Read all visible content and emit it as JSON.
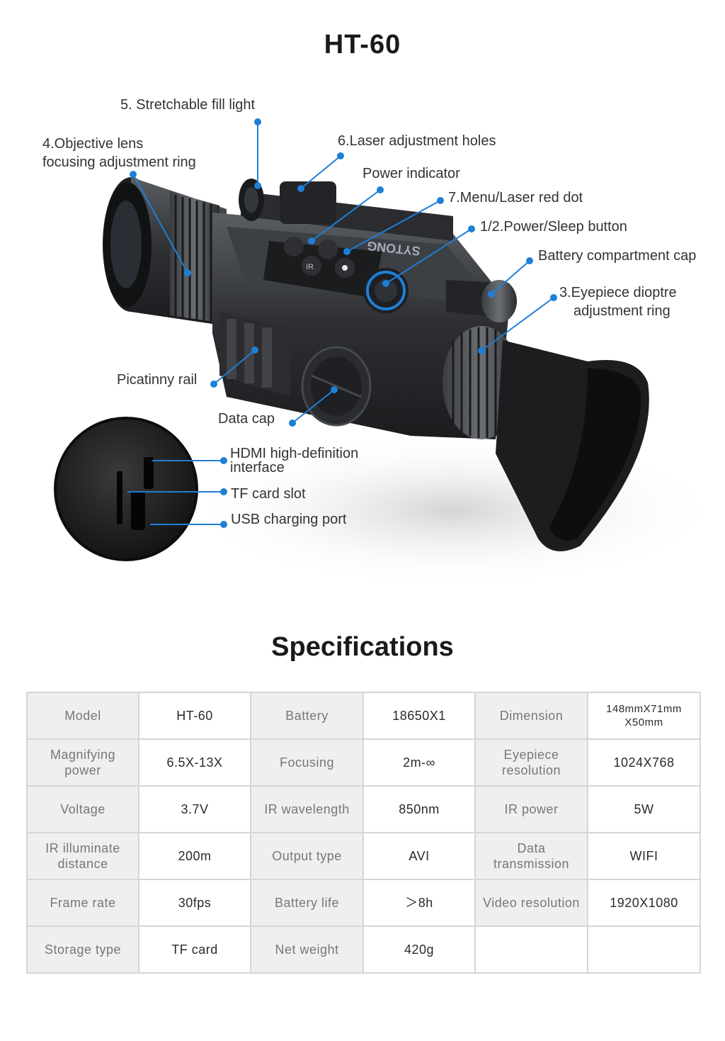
{
  "title": "HT-60",
  "callouts": {
    "fill_light": "5. Stretchable fill light",
    "objective_lens": "4.Objective lens",
    "objective_lens_2": "focusing adjustment ring",
    "laser_holes": "6.Laser adjustment holes",
    "power_indicator": "Power indicator",
    "menu_laser": "7.Menu/Laser red dot",
    "power_sleep": "1/2.Power/Sleep button",
    "battery_cap": "Battery compartment cap",
    "eyepiece": "3.Eyepiece dioptre",
    "eyepiece_2": "adjustment ring",
    "picatinny": "Picatinny rail",
    "data_cap": "Data cap",
    "hdmi": "HDMI high-definition",
    "hdmi_2": "interface",
    "tf_slot": "TF card slot",
    "usb": "USB charging port"
  },
  "device": {
    "brand": "SYTONG",
    "button_ir": "IR"
  },
  "colors": {
    "accent": "#1e7fd6",
    "body": "#2b2d30"
  },
  "specs_title": "Specifications",
  "specs": [
    [
      "Model",
      "HT-60",
      "Battery",
      "18650X1",
      "Dimension",
      "148mmX71mm X50mm"
    ],
    [
      "Magnifying power",
      "6.5X-13X",
      "Focusing",
      "2m-∞",
      "Eyepiece resolution",
      "1024X768"
    ],
    [
      "Voltage",
      "3.7V",
      "IR wavelength",
      "850nm",
      "IR power",
      "5W"
    ],
    [
      "IR illuminate distance",
      "200m",
      "Output type",
      "AVI",
      "Data transmission",
      "WIFI"
    ],
    [
      "Frame rate",
      "30fps",
      "Battery life",
      "＞8h",
      "Video resolution",
      "1920X1080"
    ],
    [
      "Storage type",
      "TF card",
      "Net weight",
      "420g",
      "",
      ""
    ]
  ]
}
